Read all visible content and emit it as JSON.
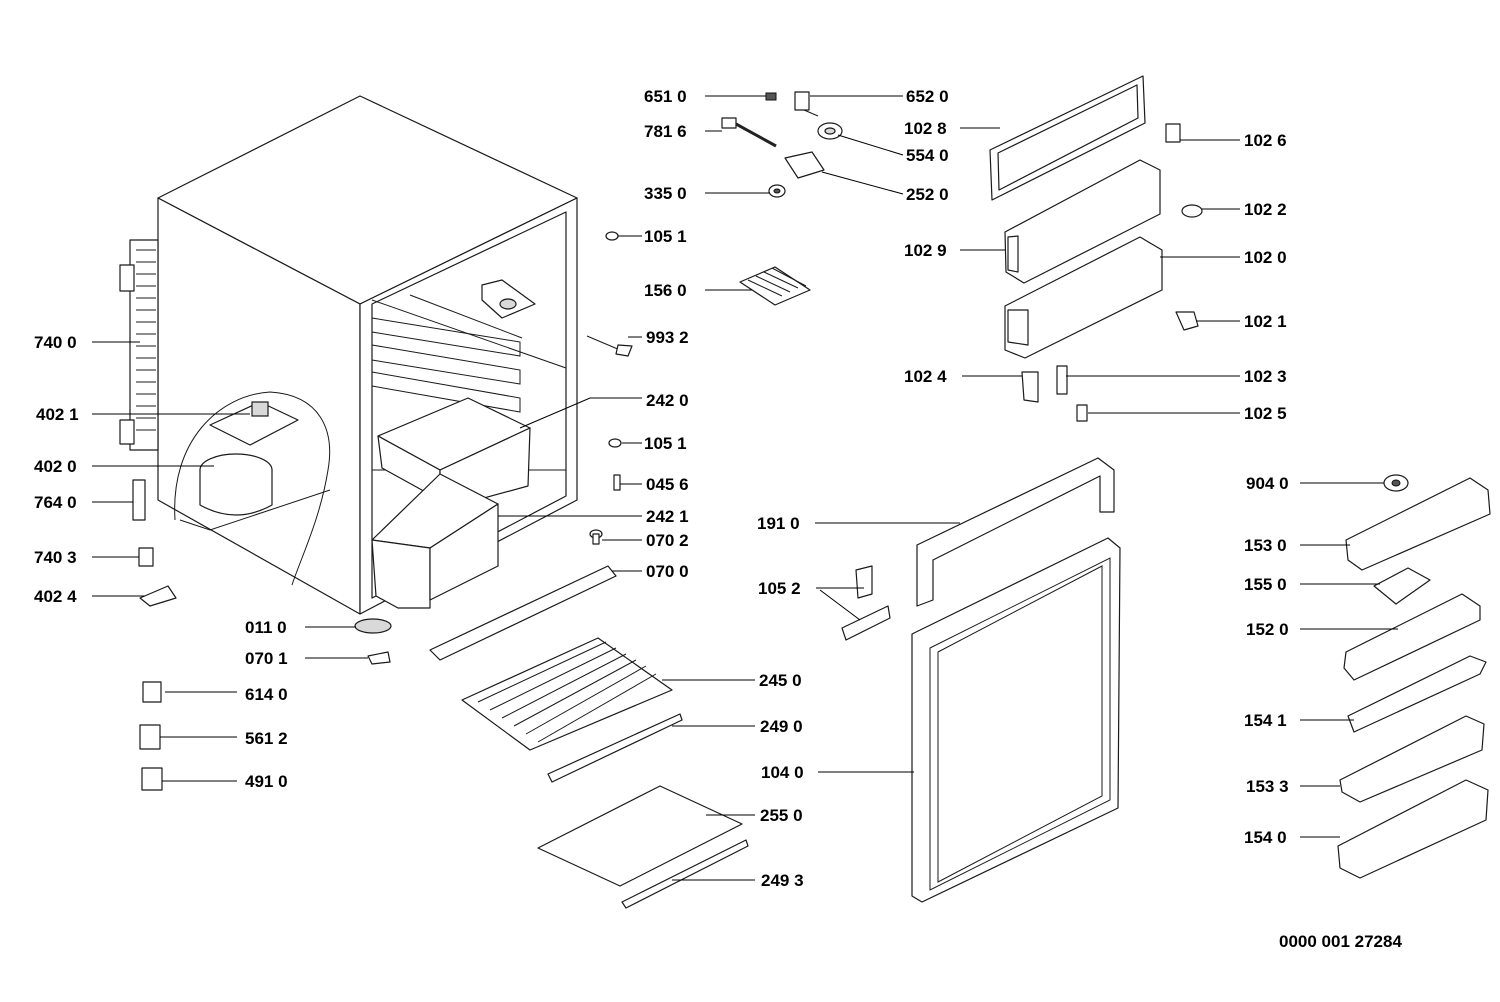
{
  "diagram": {
    "drawing_number": "0000 001 27284",
    "parts": [
      {
        "id": "p6510",
        "label": "651 0"
      },
      {
        "id": "p6520",
        "label": "652 0"
      },
      {
        "id": "p7816",
        "label": "781 6"
      },
      {
        "id": "p1028",
        "label": "102 8"
      },
      {
        "id": "p5540",
        "label": "554 0"
      },
      {
        "id": "p1026",
        "label": "102 6"
      },
      {
        "id": "p3350",
        "label": "335 0"
      },
      {
        "id": "p2520",
        "label": "252 0"
      },
      {
        "id": "p1022",
        "label": "102 2"
      },
      {
        "id": "p1051a",
        "label": "105 1"
      },
      {
        "id": "p1029",
        "label": "102 9"
      },
      {
        "id": "p1020",
        "label": "102 0"
      },
      {
        "id": "p1560",
        "label": "156 0"
      },
      {
        "id": "p1021",
        "label": "102 1"
      },
      {
        "id": "p7400",
        "label": "740 0"
      },
      {
        "id": "p9932",
        "label": "993 2"
      },
      {
        "id": "p1024",
        "label": "102 4"
      },
      {
        "id": "p1023",
        "label": "102 3"
      },
      {
        "id": "p2420",
        "label": "242 0"
      },
      {
        "id": "p4021",
        "label": "402 1"
      },
      {
        "id": "p1025",
        "label": "102 5"
      },
      {
        "id": "p1051b",
        "label": "105 1"
      },
      {
        "id": "p4020",
        "label": "402 0"
      },
      {
        "id": "p9040",
        "label": "904 0"
      },
      {
        "id": "p0456",
        "label": "045 6"
      },
      {
        "id": "p7640",
        "label": "764 0"
      },
      {
        "id": "p2421",
        "label": "242 1"
      },
      {
        "id": "p1910",
        "label": "191 0"
      },
      {
        "id": "p0702",
        "label": "070 2"
      },
      {
        "id": "p1530",
        "label": "153 0"
      },
      {
        "id": "p7403",
        "label": "740 3"
      },
      {
        "id": "p0700",
        "label": "070 0"
      },
      {
        "id": "p1550",
        "label": "155 0"
      },
      {
        "id": "p1052",
        "label": "105 2"
      },
      {
        "id": "p4024",
        "label": "402 4"
      },
      {
        "id": "p0110",
        "label": "011 0"
      },
      {
        "id": "p1520",
        "label": "152 0"
      },
      {
        "id": "p0701",
        "label": "070 1"
      },
      {
        "id": "p2450",
        "label": "245 0"
      },
      {
        "id": "p6140",
        "label": "614 0"
      },
      {
        "id": "p1541",
        "label": "154 1"
      },
      {
        "id": "p2490",
        "label": "249 0"
      },
      {
        "id": "p5612",
        "label": "561 2"
      },
      {
        "id": "p1040",
        "label": "104 0"
      },
      {
        "id": "p4910",
        "label": "491 0"
      },
      {
        "id": "p1533",
        "label": "153 3"
      },
      {
        "id": "p2550",
        "label": "255 0"
      },
      {
        "id": "p1540",
        "label": "154 0"
      },
      {
        "id": "p2493",
        "label": "249 3"
      }
    ]
  }
}
